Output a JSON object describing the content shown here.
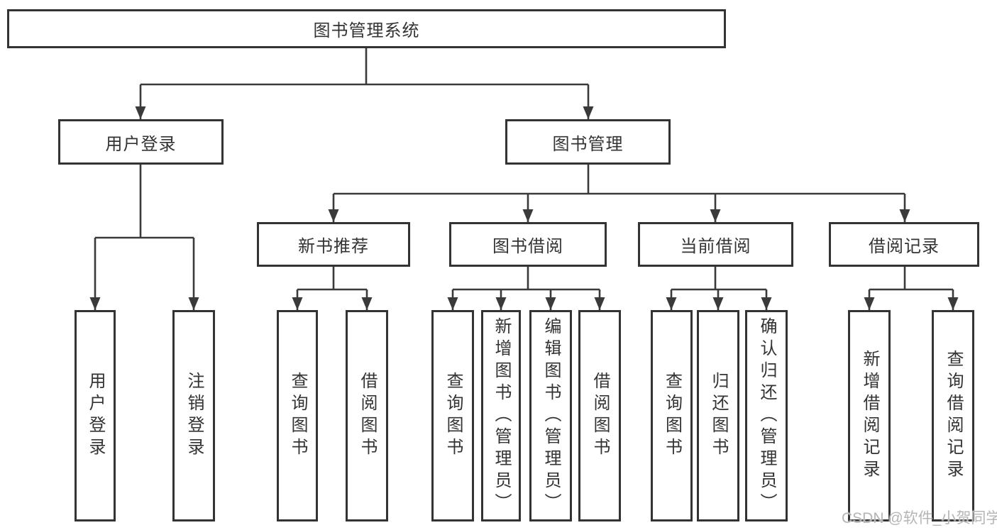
{
  "colors": {
    "line": "#3a3a3a",
    "box_border": "#333333",
    "text": "#333333",
    "background": "#ffffff",
    "watermark": "#b5b5b5"
  },
  "watermark": "CSDN @软件_小贺同学",
  "nodes": {
    "root": "图书管理系统",
    "user_login": "用户登录",
    "book_mgmt": "图书管理",
    "new_books": "新书推荐",
    "book_borrow": "图书借阅",
    "current_borrow": "当前借阅",
    "borrow_records": "借阅记录",
    "leaf_user_login": "用户登录",
    "leaf_logout": "注销登录",
    "leaf_query_books_nb": "查询图书",
    "leaf_borrow_books_nb": "借阅图书",
    "leaf_query_books_bb": "查询图书",
    "leaf_add_book": "新增图书（管理员）",
    "leaf_edit_book": "编辑图书（管理员）",
    "leaf_borrow_books_bb": "借阅图书",
    "leaf_query_books_cb": "查询图书",
    "leaf_return_book": "归还图书",
    "leaf_confirm_return": "确认归还（管理员）",
    "leaf_add_record": "新增借阅记录",
    "leaf_query_record": "查询借阅记录"
  },
  "hierarchy": {
    "图书管理系统": {
      "用户登录": [
        "用户登录",
        "注销登录"
      ],
      "图书管理": {
        "新书推荐": [
          "查询图书",
          "借阅图书"
        ],
        "图书借阅": [
          "查询图书",
          "新增图书（管理员）",
          "编辑图书（管理员）",
          "借阅图书"
        ],
        "当前借阅": [
          "查询图书",
          "归还图书",
          "确认归还（管理员）"
        ],
        "借阅记录": [
          "新增借阅记录",
          "查询借阅记录"
        ]
      }
    }
  }
}
